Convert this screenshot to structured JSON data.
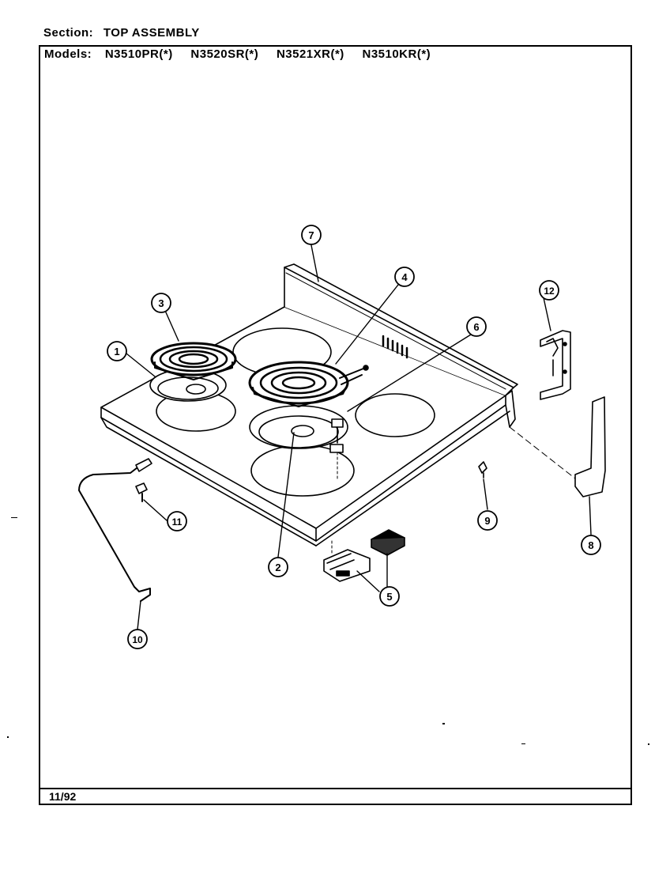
{
  "header": {
    "section_label": "Section:",
    "section_value": "TOP ASSEMBLY",
    "models_label": "Models:",
    "models": [
      "N3510PR(*)",
      "N3520SR(*)",
      "N3521XR(*)",
      "N3510KR(*)"
    ]
  },
  "callouts": [
    "1",
    "2",
    "3",
    "4",
    "5",
    "6",
    "7",
    "8",
    "9",
    "10",
    "11",
    "12"
  ],
  "footer": {
    "date": "11/92"
  }
}
